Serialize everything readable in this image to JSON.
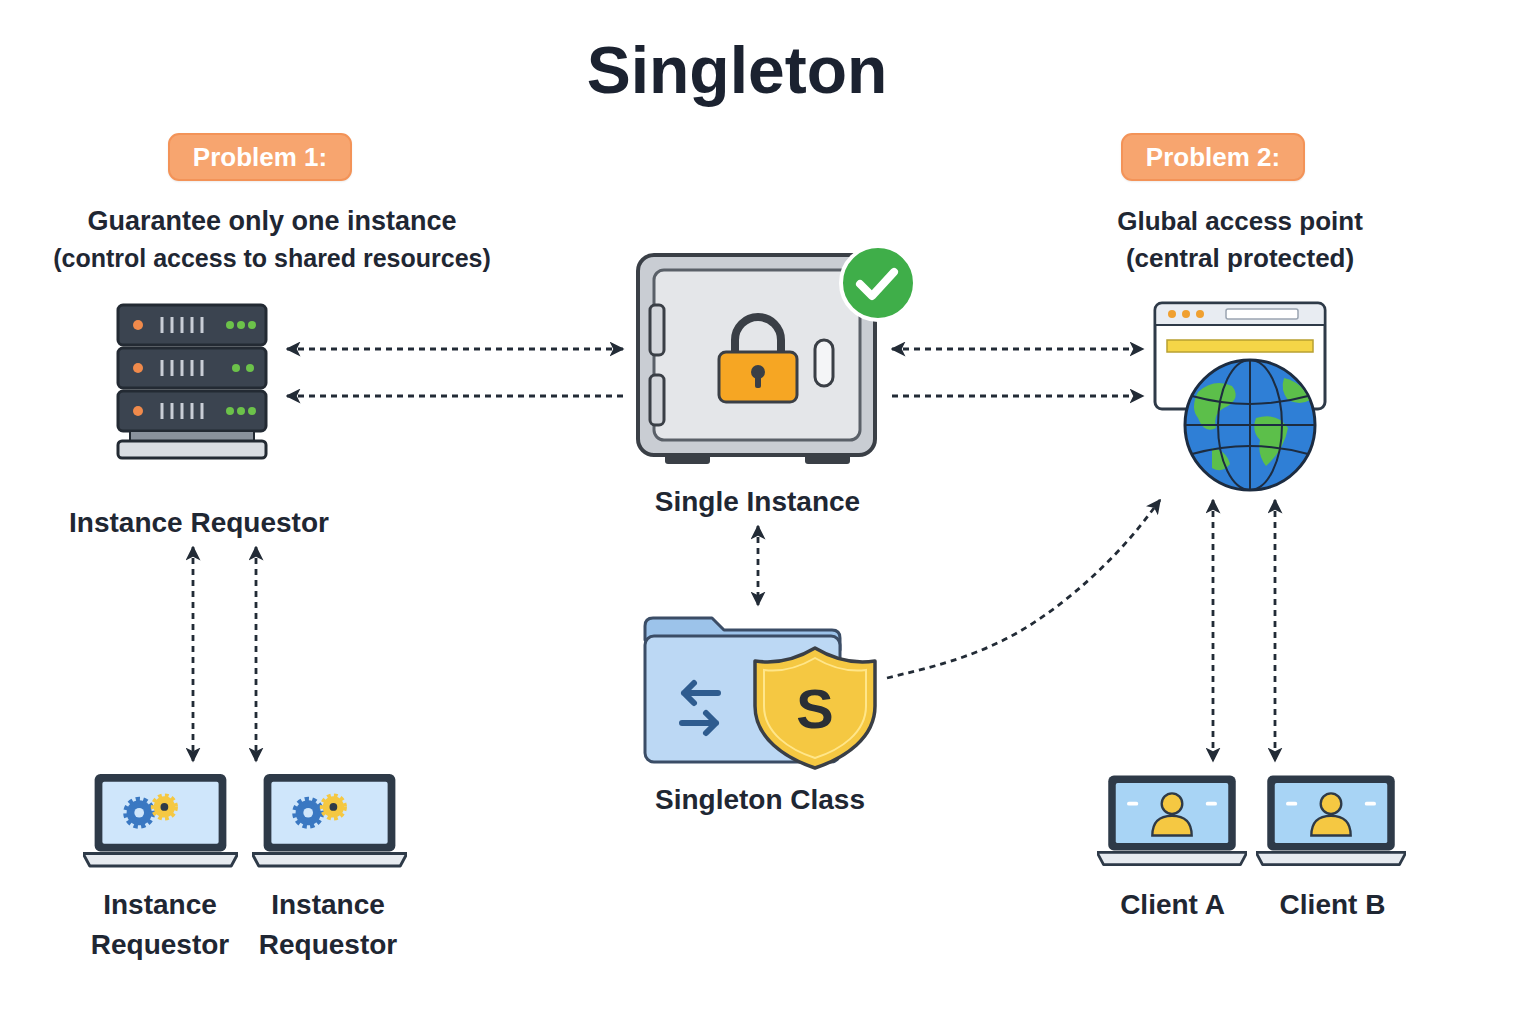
{
  "diagram": {
    "title": "Singleton",
    "nodes": [
      {
        "text": [
          "Problem 1:"
        ]
      },
      {
        "text": [
          "Problem 2:"
        ]
      },
      {
        "text": [
          "Glubal access point",
          "(central protected)"
        ]
      },
      {
        "text": [
          "Instance Requestor"
        ]
      },
      {
        "text": [
          "Single Instance"
        ]
      },
      {
        "text": [
          "Singleton Class"
        ]
      },
      {
        "text": [
          "Instance Requestor"
        ]
      },
      {
        "text": [
          "Instance Requestor"
        ]
      },
      {
        "text": [
          "Client A"
        ]
      },
      {
        "text": [
          "Client B"
        ]
      }
    ],
    "edges": [
      {
        "from": 3,
        "to": 4,
        "arrow": "both"
      },
      {
        "from": 4,
        "to": 3,
        "arrow": "to"
      },
      {
        "from": 4,
        "to": 2,
        "arrow": "both"
      },
      {
        "from": 4,
        "to": 2,
        "arrow": "to"
      },
      {
        "from": 4,
        "to": 5,
        "arrow": "both"
      },
      {
        "from": 5,
        "to": 2,
        "arrow": "to"
      },
      {
        "from": 3,
        "to": 6,
        "arrow": "both"
      },
      {
        "from": 3,
        "to": 7,
        "arrow": "both"
      },
      {
        "from": 2,
        "to": 8,
        "arrow": "both"
      },
      {
        "from": 2,
        "to": 9,
        "arrow": "both"
      }
    ],
    "labels": [
      "Guarantee only one instance",
      "(control access to shared resources)",
      "S"
    ]
  }
}
